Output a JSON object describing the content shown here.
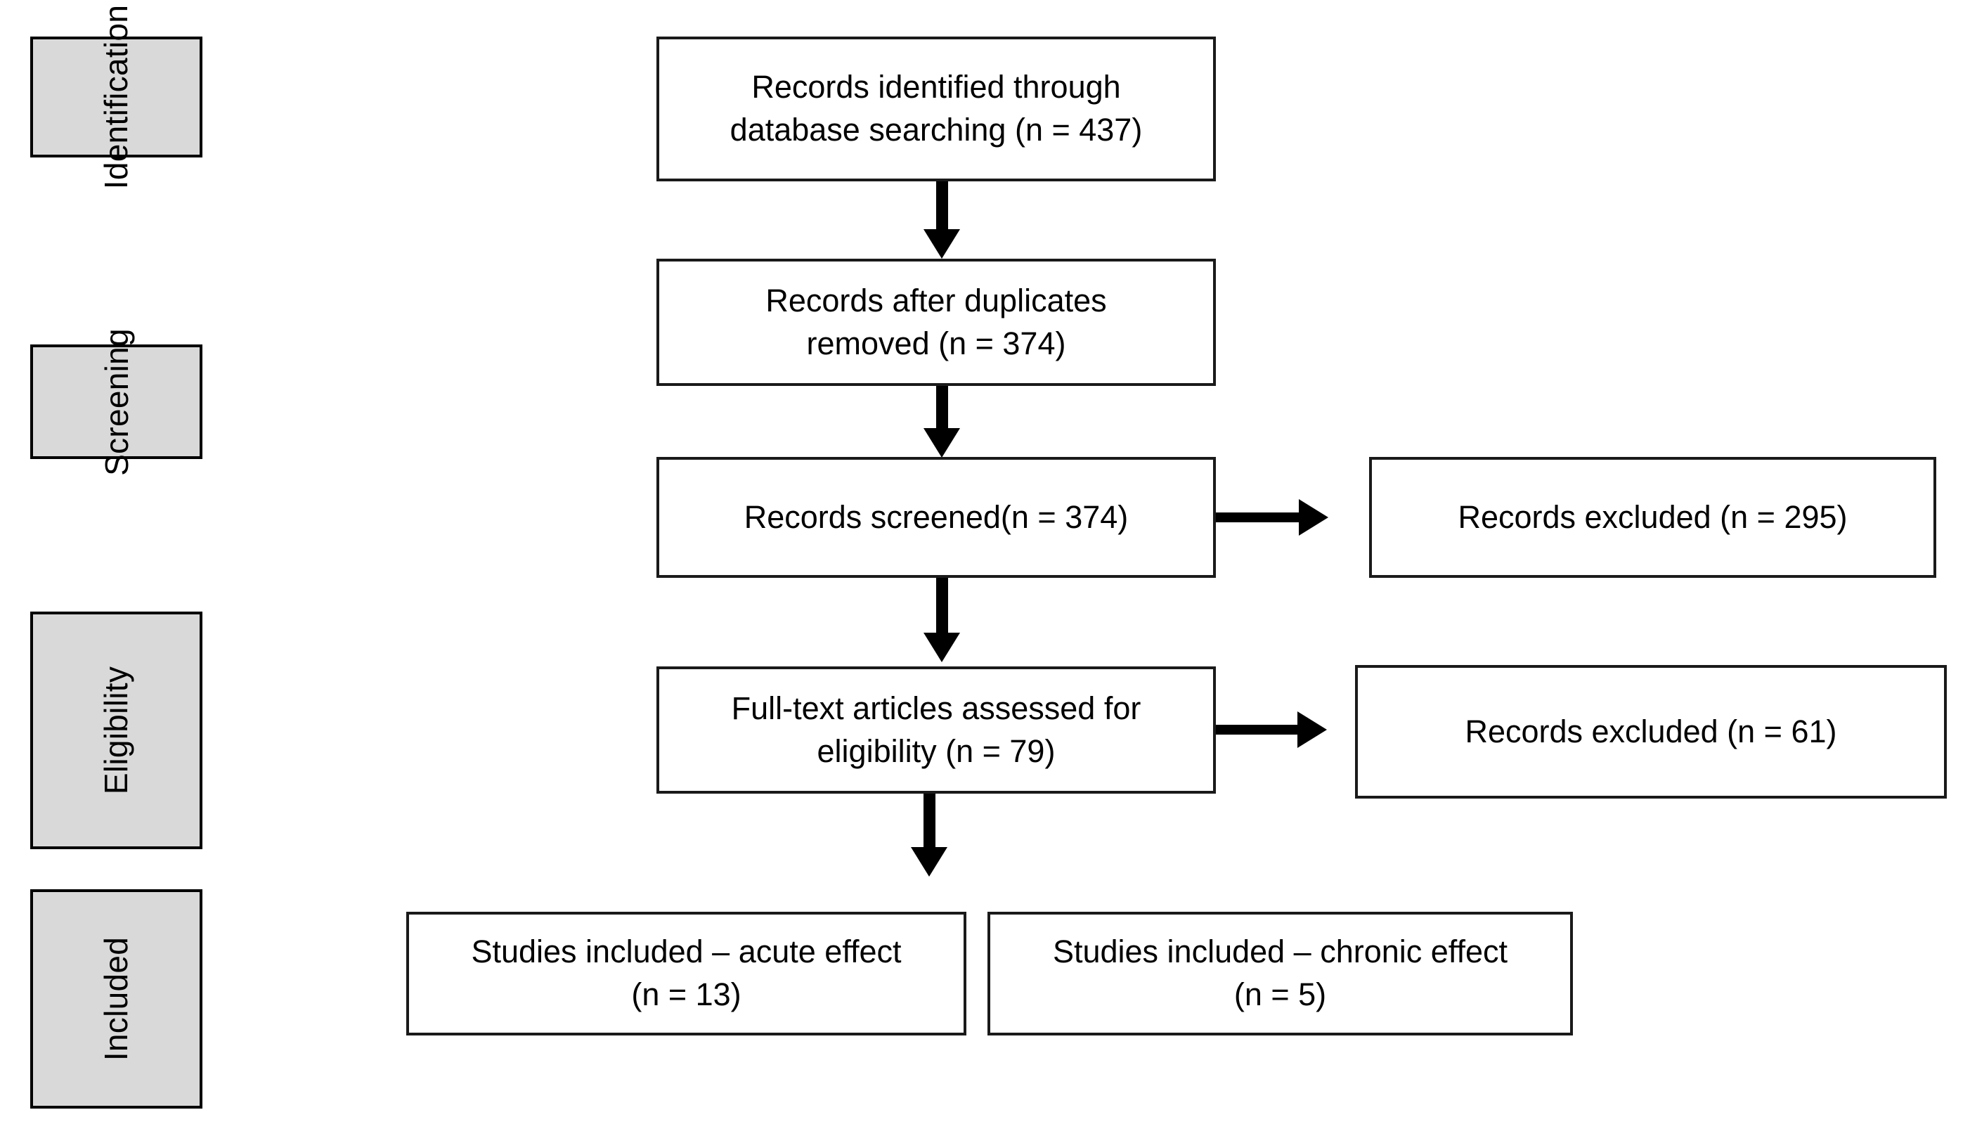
{
  "diagram": {
    "title": "PRISMA study selection flow diagram",
    "fill_color": "#D9D9D9",
    "border_color": "#1a1a1a",
    "background": "#ffffff"
  },
  "stages": [
    {
      "label": "Identification"
    },
    {
      "label": "Screening"
    },
    {
      "label": "Eligibility"
    },
    {
      "label": "Included"
    }
  ],
  "nodes": {
    "identified": {
      "line1": "Records identified through",
      "line2": "database searching (n = 437)",
      "count": 437
    },
    "after_duplicates": {
      "line1": "Records after duplicates",
      "line2": "removed (n = 374)",
      "count": 374
    },
    "screened": {
      "line1": "Records screened(n = 374)",
      "count": 374
    },
    "screened_excluded": {
      "line1": "Records excluded (n = 295)",
      "count": 295
    },
    "fulltext": {
      "line1": "Full-text articles assessed for",
      "line2": "eligibility (n = 79)",
      "count": 79
    },
    "fulltext_excluded": {
      "line1": "Records excluded (n = 61)",
      "count": 61
    },
    "included_acute": {
      "line1": "Studies included – acute effect",
      "line2": "(n = 13)",
      "count": 13
    },
    "included_chronic": {
      "line1": "Studies included – chronic effect",
      "line2": "(n = 5)",
      "count": 5
    }
  }
}
